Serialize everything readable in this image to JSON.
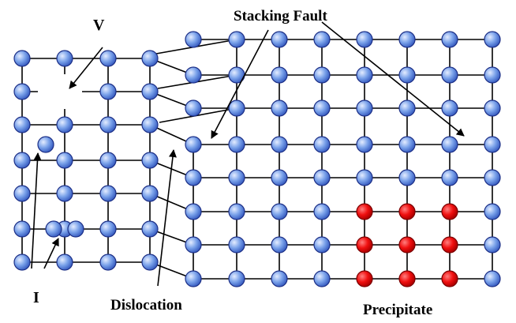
{
  "labels": {
    "vacancy": "V",
    "stacking_fault": "Stacking Fault",
    "interstitial": "I",
    "dislocation": "Dislocation",
    "precipitate": "Precipitate"
  },
  "colors": {
    "atom_fill": "#7aa2ea",
    "atom_highlight": "#e4ecff",
    "atom_stroke": "#1c2f86",
    "precipitate_fill": "#f01010",
    "precipitate_highlight": "#ff8080",
    "precipitate_stroke": "#7a0000",
    "bond": "#000000"
  }
}
